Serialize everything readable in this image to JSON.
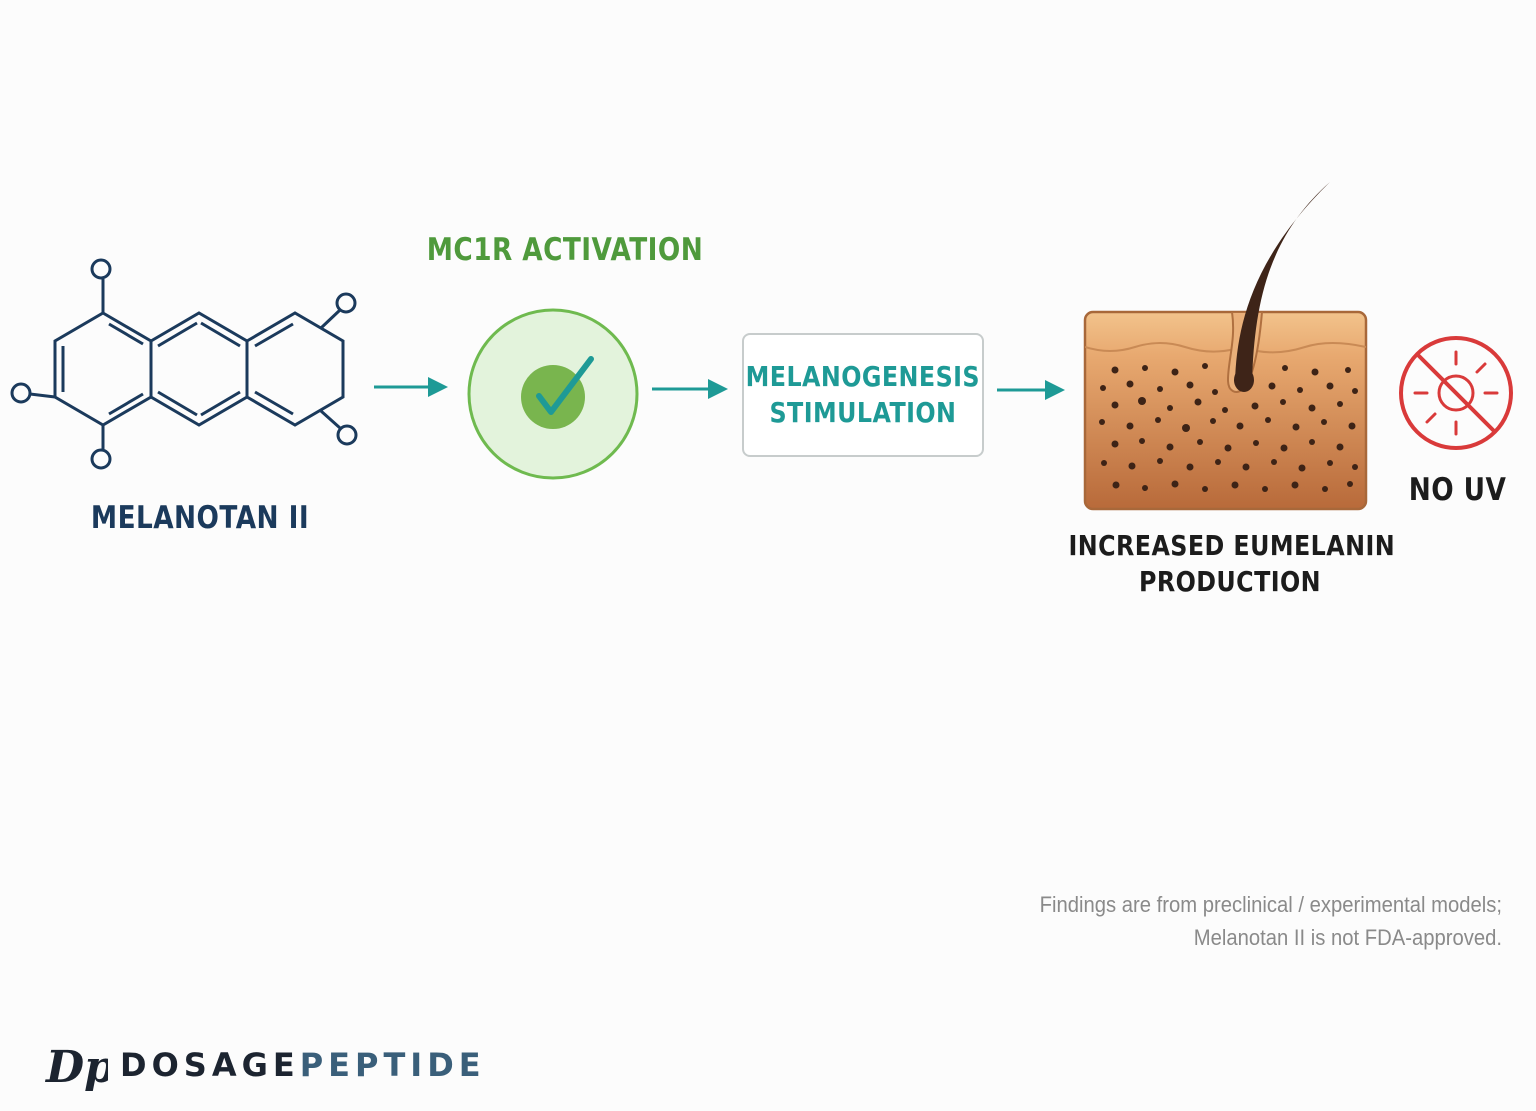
{
  "molecule": {
    "label": "MELANOTAN II"
  },
  "receptor": {
    "label": "MC1R ACTIVATION"
  },
  "process": {
    "line1": "MELANOGENESIS",
    "line2": "STIMULATION"
  },
  "outcome": {
    "line1": "INCREASED EUMELANIN",
    "line2": "PRODUCTION"
  },
  "uv": {
    "label": "NO UV"
  },
  "disclaimer": {
    "line1": "Findings are from preclinical / experimental models;",
    "line2": "Melanotan II is not FDA-approved."
  },
  "brand": {
    "part1": "DOSAGE",
    "part2": "PEPTIDE",
    "logo_glyph": "Dp"
  },
  "colors": {
    "navy": "#1b3a5c",
    "green": "#4f9a3c",
    "teal": "#1e9a96",
    "red": "#d93a3a",
    "skin_top": "#f2c38c",
    "skin_deep": "#b86a3a",
    "melanin": "#4a2a1a"
  },
  "icons": [
    "molecule-icon",
    "check-circle-icon",
    "arrow-right-icon",
    "skin-cross-section-icon",
    "hair-follicle-icon",
    "no-sun-icon"
  ]
}
